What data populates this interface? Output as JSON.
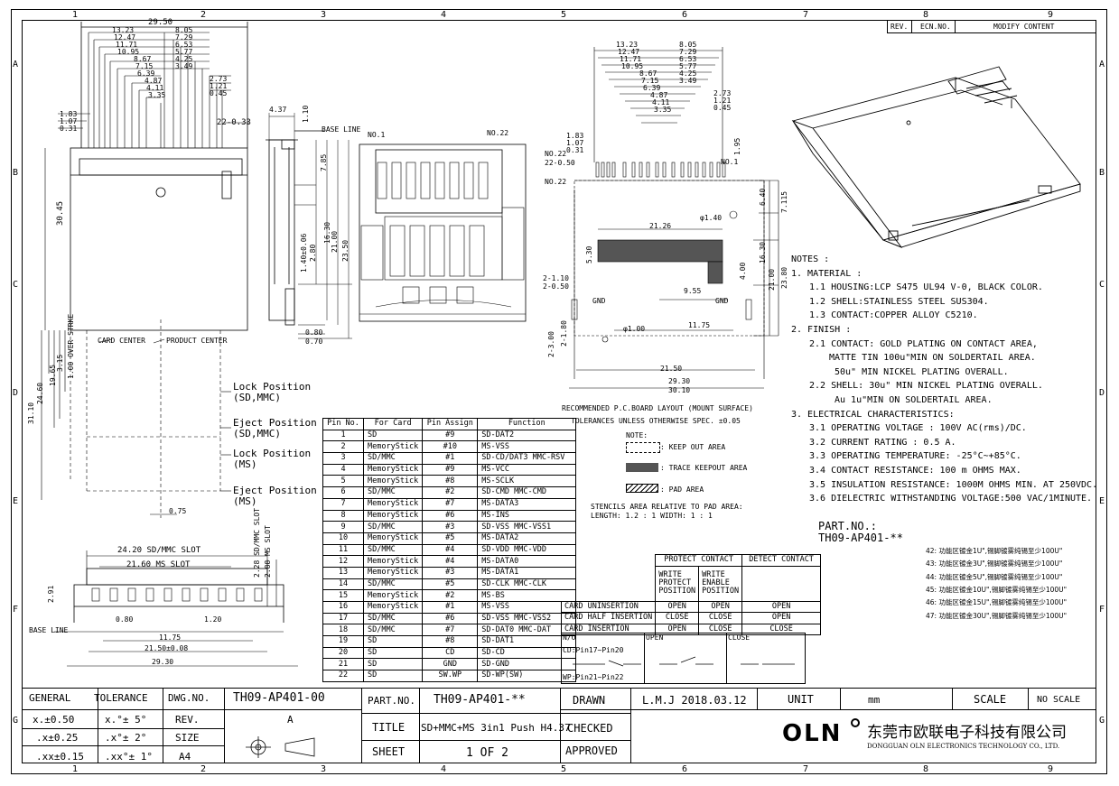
{
  "zones": {
    "columns": [
      "1",
      "2",
      "3",
      "4",
      "5",
      "6",
      "7",
      "8",
      "9"
    ],
    "rows": [
      "A",
      "B",
      "C",
      "D",
      "E",
      "F",
      "G"
    ]
  },
  "revision_table": {
    "rev": "REV.",
    "ecn": "ECN.NO.",
    "modify": "MODIFY CONTENT"
  },
  "top_view_dims": {
    "overall": "29.50",
    "left": [
      "13.23",
      "12.47",
      "11.71",
      "10.95",
      "8.67",
      "7.15",
      "6.39",
      "4.87",
      "4.11",
      "3.35"
    ],
    "right": [
      "8.05",
      "7.29",
      "6.53",
      "5.77",
      "4.25",
      "3.49",
      "2.73",
      "1.21",
      "0.45"
    ],
    "small": [
      "1.83",
      "1.07",
      "0.31"
    ],
    "edge": "22-0.33",
    "height": "30.45",
    "card_center": "CARD CENTER",
    "product_center": "PRODUCT CENTER",
    "overstroke": "1.00 OVER STRKE",
    "v1": "3.15",
    "v2": "19.65",
    "v3": "24.60",
    "v4": "31.10",
    "dim_075": "0.75",
    "lock_sd": "Lock Position",
    "lock_sd2": "(SD,MMC)",
    "eject_sd": "Eject Position",
    "eject_sd2": "(SD,MMC)",
    "lock_ms": "Lock Position",
    "lock_ms2": "(MS)",
    "eject_ms": "Eject Position",
    "eject_ms2": "(MS)"
  },
  "side_view_dims": {
    "w": "4.37",
    "h": "1.10",
    "base": "BASE LINE",
    "d1": "7.85",
    "d2": "16.30",
    "d3": "21.00",
    "d4": "23.50",
    "d5": "2.80",
    "d6": "1.40±0.06",
    "d7": "0.80",
    "d8": "0.70"
  },
  "bottom_view": {
    "no1": "NO.1",
    "no22": "NO.22"
  },
  "front_view": {
    "sd_slot": "24.20 SD/MMC SLOT",
    "ms_slot": "21.60 MS SLOT",
    "h1": "2.91",
    "h2": "2.28 SD/MMC SLOT",
    "h3": "2.88 MS SLOT",
    "d080": "0.80",
    "d120": "1.20",
    "d1175": "11.75",
    "d2150": "21.50±0.08",
    "d2930": "29.30",
    "base": "BASE LINE"
  },
  "pcb_layout": {
    "left": [
      "13.23",
      "12.47",
      "11.71",
      "10.95",
      "8.67",
      "7.15",
      "6.39",
      "4.87",
      "4.11",
      "3.35"
    ],
    "right": [
      "8.05",
      "7.29",
      "6.53",
      "5.77",
      "4.25",
      "3.49",
      "2.73",
      "1.21",
      "0.45"
    ],
    "small": [
      "1.83",
      "1.07",
      "0.31"
    ],
    "no22a": "NO.22",
    "no22b": "22-0.50",
    "no22c": "NO.22",
    "no1": "NO.1",
    "d195": "1.95",
    "d640": "6.40",
    "d7115": "7.115",
    "d2126": "21.26",
    "d140": "φ1.40",
    "d530": "5.30",
    "d400": "4.00",
    "d1630": "16.30",
    "d2100": "21.00",
    "d2380": "23.80",
    "d955": "9.55",
    "d1175": "11.75",
    "d100": "φ1.00",
    "d110": "2-1.10",
    "d050": "2-0.50",
    "gnd1": "GND",
    "gnd2": "GND",
    "d300": "2-3.00",
    "d180": "2-1.80",
    "d2150": "21.50",
    "d2930": "29.30",
    "d3010": "30.10",
    "title": "RECOMMENDED P.C.BOARD LAYOUT (MOUNT SURFACE)",
    "tolerance": "TOLERANCES UNLESS OTHERWISE SPEC. ±0.05",
    "note": "NOTE:",
    "keepout": ": KEEP OUT AREA",
    "trace": ": TRACE KEEPOUT AREA",
    "pad": ": PAD AREA",
    "stencil1": "STENCILS AREA RELATIVE TO PAD AREA:",
    "stencil2": "LENGTH: 1.2 : 1  WIDTH: 1 : 1"
  },
  "notes": [
    "NOTES :",
    "1. MATERIAL :",
    "1.1 HOUSING:LCP S475 UL94 V-0, BLACK COLOR.",
    "1.2 SHELL:STAINLESS STEEL SUS304.",
    "1.3 CONTACT:COPPER ALLOY C5210.",
    "2. FINISH :",
    "2.1 CONTACT: GOLD PLATING ON CONTACT AREA,",
    "MATTE TIN 100u\"MIN ON SOLDERTAIL AREA.",
    "50u\" MIN NICKEL PLATING OVERALL.",
    "2.2 SHELL: 30u\" MIN NICKEL PLATING OVERALL.",
    "Au 1u\"MIN ON SOLDERTAIL AREA.",
    "3. ELECTRICAL CHARACTERISTICS:",
    "3.1 OPERATING VOLTAGE : 100V AC(rms)/DC.",
    "3.2 CURRENT RATING : 0.5 A.",
    "3.3 OPERATING TEMPERATURE: -25°C~+85°C.",
    "3.4 CONTACT RESISTANCE: 100 m OHMS MAX.",
    "3.5 INSULATION RESISTANCE: 1000M OHMS MIN. AT 250VDC.",
    "3.6 DIELECTRIC WITHSTANDING VOLTAGE:500 VAC/1MINUTE."
  ],
  "part_no": {
    "label": "PART.NO.:",
    "value": "TH09-AP401-**",
    "options": [
      "42: 功能区镀金1U\",锡脚镀雾纯锡至少100U\"",
      "43: 功能区镀金3U\",锡脚镀雾纯锡至少100U\"",
      "44: 功能区镀金5U\",锡脚镀雾纯锡至少100U\"",
      "45: 功能区镀金10U\",锡脚镀雾纯锡至少100U\"",
      "46: 功能区镀金15U\",锡脚镀雾纯锡至少100U\"",
      "47: 功能区镀金30U\",锡脚镀雾纯锡至少100U\""
    ]
  },
  "pin_table": {
    "headers": [
      "Pin No.",
      "For Card",
      "Pin Assign",
      "Function"
    ],
    "rows": [
      [
        "1",
        "SD",
        "#9",
        "SD-DAT2"
      ],
      [
        "2",
        "MemoryStick",
        "#10",
        "MS-VSS"
      ],
      [
        "3",
        "SD/MMC",
        "#1",
        "SD-CD/DAT3  MMC-RSV"
      ],
      [
        "4",
        "MemoryStick",
        "#9",
        "MS-VCC"
      ],
      [
        "5",
        "MemoryStick",
        "#8",
        "MS-SCLK"
      ],
      [
        "6",
        "SD/MMC",
        "#2",
        "SD-CMD       MMC-CMD"
      ],
      [
        "7",
        "MemoryStick",
        "#7",
        "MS-DATA3"
      ],
      [
        "8",
        "MemoryStick",
        "#6",
        "MS-INS"
      ],
      [
        "9",
        "SD/MMC",
        "#3",
        "SD-VSS       MMC-VSS1"
      ],
      [
        "10",
        "MemoryStick",
        "#5",
        "MS-DATA2"
      ],
      [
        "11",
        "SD/MMC",
        "#4",
        "SD-VDD       MMC-VDD"
      ],
      [
        "12",
        "MemoryStick",
        "#4",
        "MS-DATA0"
      ],
      [
        "13",
        "MemoryStick",
        "#3",
        "MS-DATA1"
      ],
      [
        "14",
        "SD/MMC",
        "#5",
        "SD-CLK       MMC-CLK"
      ],
      [
        "15",
        "MemoryStick",
        "#2",
        "MS-BS"
      ],
      [
        "16",
        "MemoryStick",
        "#1",
        "MS-VSS"
      ],
      [
        "17",
        "SD/MMC",
        "#6",
        "SD-VSS       MMC-VSS2"
      ],
      [
        "18",
        "SD/MMC",
        "#7",
        "SD-DAT0      MMC-DAT"
      ],
      [
        "19",
        "SD",
        "#8",
        "SD-DAT1"
      ],
      [
        "20",
        "SD",
        "CD",
        "SD-CD"
      ],
      [
        "21",
        "SD",
        "GND",
        "SD-GND"
      ],
      [
        "22",
        "SD",
        "SW.WP",
        "SD-WP(SW)"
      ]
    ]
  },
  "switch_table": {
    "h_protect": "PROTECT CONTACT",
    "h_detect": "DETECT CONTACT",
    "h_write": "WRITE PROTECT POSITION",
    "h_enable": "WRITE ENABLE POSITION",
    "rows": [
      [
        "CARD UNINSERTION",
        "OPEN",
        "OPEN",
        "OPEN"
      ],
      [
        "CARD HALF INSERTION",
        "CLOSE",
        "CLOSE",
        "OPEN"
      ],
      [
        "CARD INSERTION",
        "OPEN",
        "CLOSE",
        "CLOSE"
      ]
    ],
    "no": "N/O",
    "open": "OPEN",
    "close": "CLOSE",
    "cd": "CD:Pin17~Pin20",
    "wp": "WP:Pin21~Pin22"
  },
  "title_block": {
    "general": "GENERAL",
    "tolerance": "TOLERANCE",
    "dwgno": "DWG.NO.",
    "dwgno_val": "TH09-AP401-00",
    "tol1": "x.±0.50",
    "tol1b": "x.°± 5°",
    "tol2": ".x±0.25",
    "tol2b": ".x°± 2°",
    "tol3": ".xx±0.15",
    "tol3b": ".xx°± 1°",
    "rev": "REV.",
    "rev_val": "A",
    "size": "SIZE",
    "size_val": "A4",
    "partno": "PART.NO.",
    "partno_val": "TH09-AP401-**",
    "title": "TITLE",
    "title_val": "SD+MMC+MS 3in1 Push H4.37",
    "sheet": "SHEET",
    "sheet_val": "1 OF 2",
    "drawn": "DRAWN",
    "drawn_val": "L.M.J 2018.03.12",
    "checked": "CHECKED",
    "approved": "APPROVED",
    "unit": "UNIT",
    "unit_val": "mm",
    "scale": "SCALE",
    "scale_val": "NO SCALE",
    "logo": "OLN",
    "company_cn": "东莞市欧联电子科技有限公司",
    "company_en": "DONGGUAN OLN ELECTRONICS TECHNOLOGY CO., LTD."
  }
}
